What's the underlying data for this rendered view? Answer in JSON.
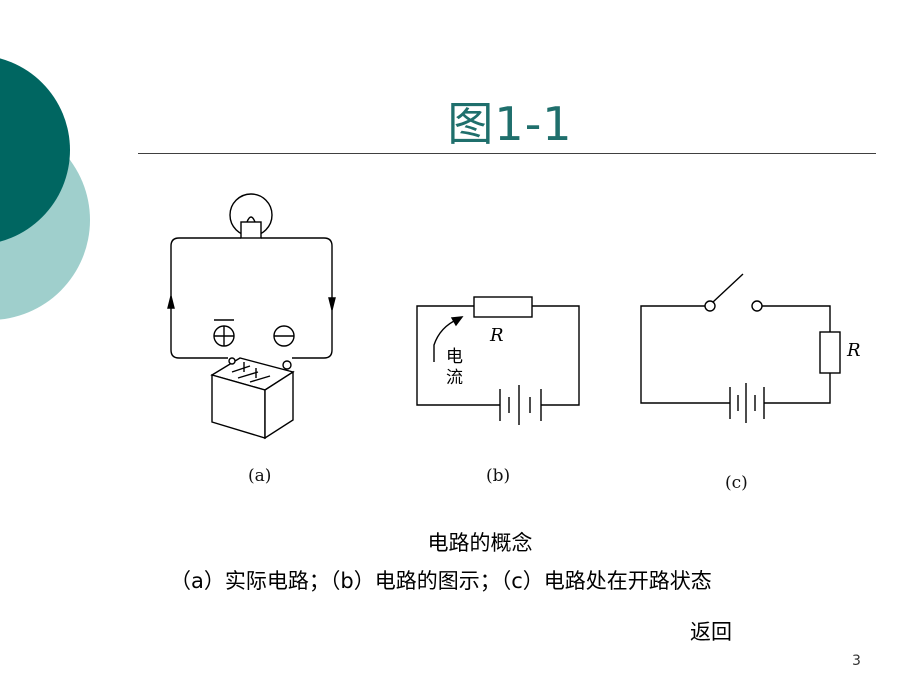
{
  "slide": {
    "title": "图1-1",
    "concept_title": "电路的概念",
    "description": "（a）实际电路；（b）电路的图示；（c）电路处在开路状态",
    "back_link": "返回",
    "page_number": "3"
  },
  "figures": {
    "a": {
      "caption": "(a)"
    },
    "b": {
      "caption": "(b)",
      "resistor_label": "R",
      "current_label_1": "电",
      "current_label_2": "流"
    },
    "c": {
      "caption": "(c)",
      "resistor_label": "R"
    }
  },
  "colors": {
    "accent_dark": "#006661",
    "accent_light": "#9fcfcc",
    "title": "#1f6f6c"
  }
}
